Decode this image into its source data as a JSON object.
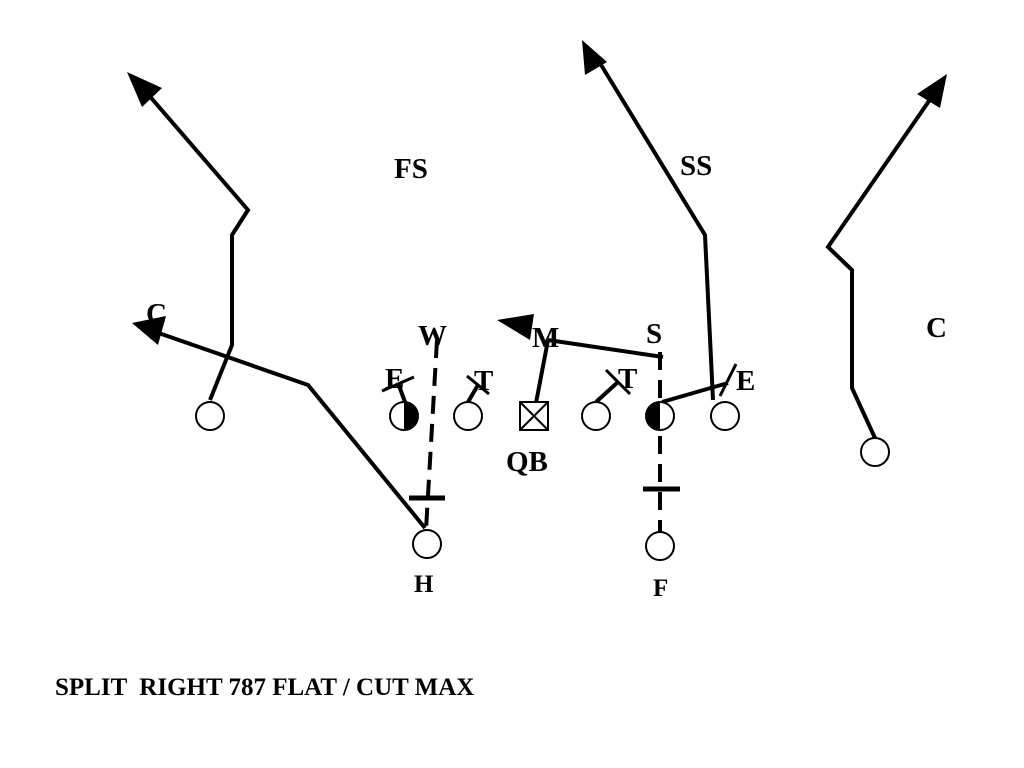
{
  "colors": {
    "ink": "#000000",
    "background": "#ffffff"
  },
  "defense": {
    "free_safety": "FS",
    "strong_safety": "SS",
    "left_corner": "C",
    "right_corner": "C",
    "will": "W",
    "mike": "M",
    "sam": "S",
    "left_end": "E",
    "left_tackle": "T",
    "right_tackle": "T",
    "right_end": "E"
  },
  "offense": {
    "quarterback": "QB",
    "halfback": "H",
    "fullback": "F"
  },
  "play_name": "SPLIT  RIGHT 787 FLAT / CUT MAX"
}
